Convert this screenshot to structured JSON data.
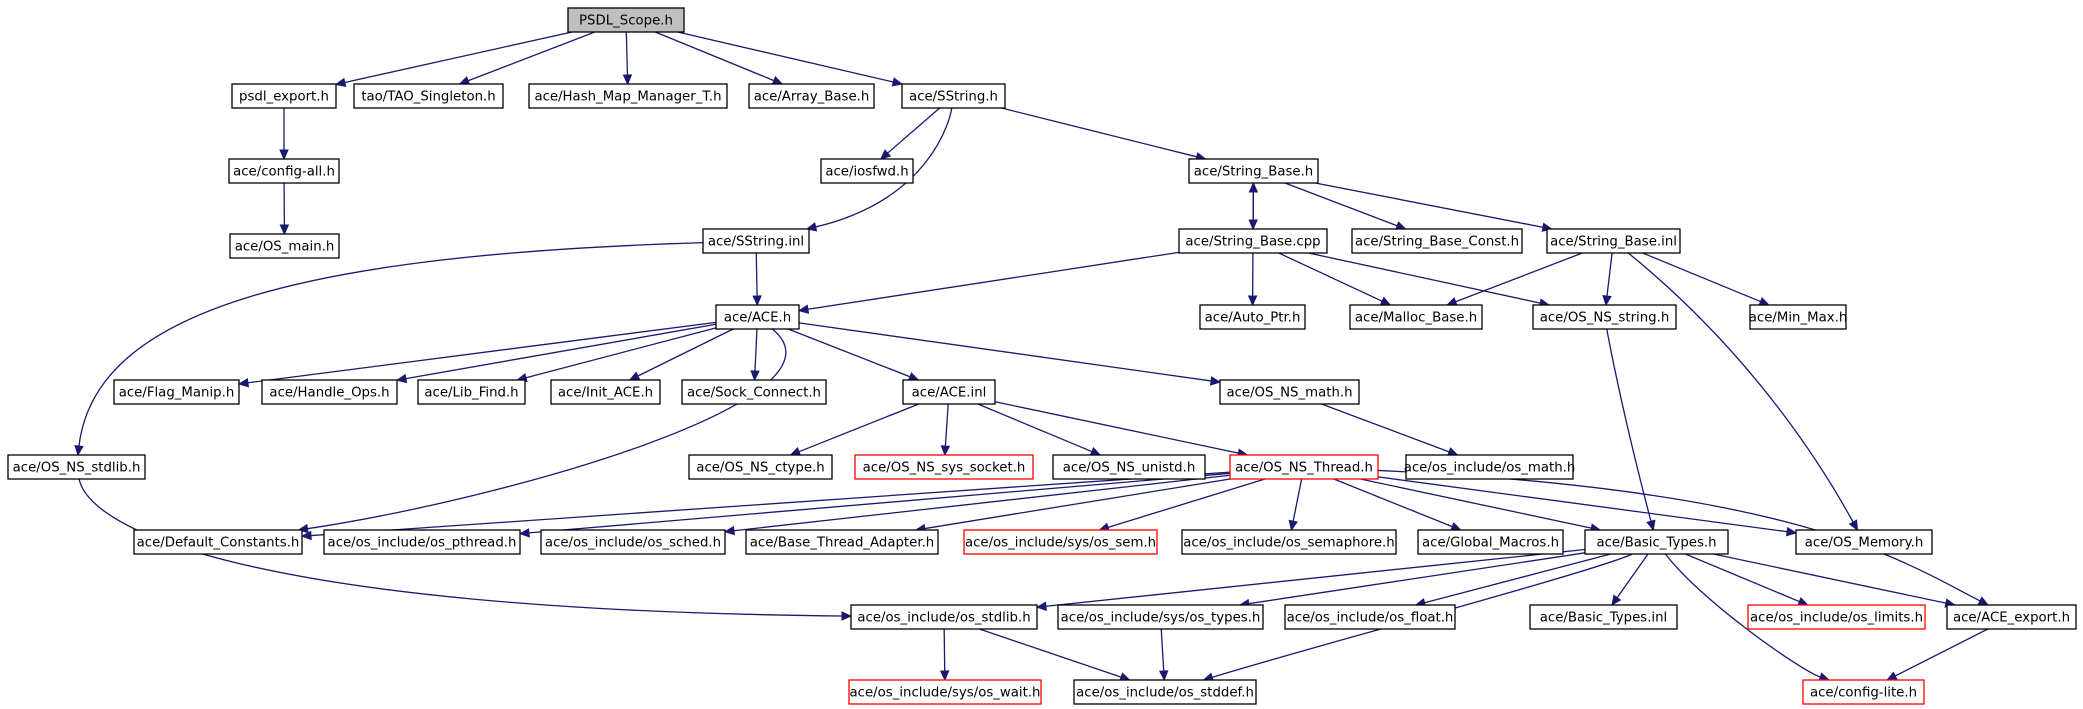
{
  "diagram": {
    "colors": {
      "edge": "#191970",
      "highlight_border": "#ff0000",
      "root_fill": "#bfbfbf"
    },
    "nodes": [
      {
        "id": "psdl_scope",
        "label": "PSDL_Scope.h",
        "root": true
      },
      {
        "id": "psdl_export",
        "label": "psdl_export.h"
      },
      {
        "id": "tao_singleton",
        "label": "tao/TAO_Singleton.h"
      },
      {
        "id": "hash_map_mgr",
        "label": "ace/Hash_Map_Manager_T.h"
      },
      {
        "id": "array_base",
        "label": "ace/Array_Base.h"
      },
      {
        "id": "sstring_h",
        "label": "ace/SString.h"
      },
      {
        "id": "config_all",
        "label": "ace/config-all.h"
      },
      {
        "id": "os_main",
        "label": "ace/OS_main.h"
      },
      {
        "id": "iosfwd",
        "label": "ace/iosfwd.h"
      },
      {
        "id": "string_base_h",
        "label": "ace/String_Base.h"
      },
      {
        "id": "sstring_inl",
        "label": "ace/SString.inl"
      },
      {
        "id": "string_base_cpp",
        "label": "ace/String_Base.cpp"
      },
      {
        "id": "string_base_const",
        "label": "ace/String_Base_Const.h"
      },
      {
        "id": "string_base_inl",
        "label": "ace/String_Base.inl"
      },
      {
        "id": "ace_h",
        "label": "ace/ACE.h"
      },
      {
        "id": "auto_ptr",
        "label": "ace/Auto_Ptr.h"
      },
      {
        "id": "malloc_base",
        "label": "ace/Malloc_Base.h"
      },
      {
        "id": "os_ns_string",
        "label": "ace/OS_NS_string.h"
      },
      {
        "id": "min_max",
        "label": "ace/Min_Max.h"
      },
      {
        "id": "flag_manip",
        "label": "ace/Flag_Manip.h"
      },
      {
        "id": "handle_ops",
        "label": "ace/Handle_Ops.h"
      },
      {
        "id": "lib_find",
        "label": "ace/Lib_Find.h"
      },
      {
        "id": "init_ace",
        "label": "ace/Init_ACE.h"
      },
      {
        "id": "sock_connect",
        "label": "ace/Sock_Connect.h"
      },
      {
        "id": "ace_inl",
        "label": "ace/ACE.inl"
      },
      {
        "id": "os_ns_math",
        "label": "ace/OS_NS_math.h"
      },
      {
        "id": "os_ns_stdlib",
        "label": "ace/OS_NS_stdlib.h"
      },
      {
        "id": "os_ns_ctype",
        "label": "ace/OS_NS_ctype.h"
      },
      {
        "id": "os_ns_sys_socket",
        "label": "ace/OS_NS_sys_socket.h",
        "red": true
      },
      {
        "id": "os_ns_unistd",
        "label": "ace/OS_NS_unistd.h"
      },
      {
        "id": "os_ns_thread",
        "label": "ace/OS_NS_Thread.h",
        "red": true
      },
      {
        "id": "os_math",
        "label": "ace/os_include/os_math.h"
      },
      {
        "id": "default_constants",
        "label": "ace/Default_Constants.h"
      },
      {
        "id": "os_pthread",
        "label": "ace/os_include/os_pthread.h"
      },
      {
        "id": "os_sched",
        "label": "ace/os_include/os_sched.h"
      },
      {
        "id": "base_thread_adapter",
        "label": "ace/Base_Thread_Adapter.h"
      },
      {
        "id": "os_sem",
        "label": "ace/os_include/sys/os_sem.h",
        "red": true
      },
      {
        "id": "os_semaphore",
        "label": "ace/os_include/os_semaphore.h"
      },
      {
        "id": "global_macros",
        "label": "ace/Global_Macros.h"
      },
      {
        "id": "basic_types_h",
        "label": "ace/Basic_Types.h"
      },
      {
        "id": "os_memory",
        "label": "ace/OS_Memory.h"
      },
      {
        "id": "os_stdlib",
        "label": "ace/os_include/os_stdlib.h"
      },
      {
        "id": "os_types",
        "label": "ace/os_include/sys/os_types.h"
      },
      {
        "id": "os_float",
        "label": "ace/os_include/os_float.h"
      },
      {
        "id": "basic_types_inl",
        "label": "ace/Basic_Types.inl"
      },
      {
        "id": "os_limits",
        "label": "ace/os_include/os_limits.h",
        "red": true
      },
      {
        "id": "ace_export",
        "label": "ace/ACE_export.h"
      },
      {
        "id": "os_wait",
        "label": "ace/os_include/sys/os_wait.h",
        "red": true
      },
      {
        "id": "os_stddef",
        "label": "ace/os_include/os_stddef.h"
      },
      {
        "id": "config_lite",
        "label": "ace/config-lite.h",
        "red": true
      }
    ],
    "edges": [
      [
        "psdl_scope",
        "psdl_export"
      ],
      [
        "psdl_scope",
        "tao_singleton"
      ],
      [
        "psdl_scope",
        "hash_map_mgr"
      ],
      [
        "psdl_scope",
        "array_base"
      ],
      [
        "psdl_scope",
        "sstring_h"
      ],
      [
        "psdl_export",
        "config_all"
      ],
      [
        "config_all",
        "os_main"
      ],
      [
        "sstring_h",
        "iosfwd"
      ],
      [
        "sstring_h",
        "sstring_inl"
      ],
      [
        "sstring_h",
        "string_base_h"
      ],
      [
        "string_base_h",
        "string_base_cpp"
      ],
      [
        "string_base_cpp",
        "string_base_h"
      ],
      [
        "string_base_h",
        "string_base_const"
      ],
      [
        "string_base_h",
        "string_base_inl"
      ],
      [
        "sstring_inl",
        "ace_h"
      ],
      [
        "sstring_inl",
        "os_ns_stdlib"
      ],
      [
        "string_base_cpp",
        "ace_h"
      ],
      [
        "string_base_cpp",
        "auto_ptr"
      ],
      [
        "string_base_cpp",
        "malloc_base"
      ],
      [
        "string_base_cpp",
        "os_ns_string"
      ],
      [
        "string_base_inl",
        "malloc_base"
      ],
      [
        "string_base_inl",
        "os_ns_string"
      ],
      [
        "string_base_inl",
        "min_max"
      ],
      [
        "string_base_inl",
        "os_memory"
      ],
      [
        "ace_h",
        "flag_manip"
      ],
      [
        "ace_h",
        "handle_ops"
      ],
      [
        "ace_h",
        "lib_find"
      ],
      [
        "ace_h",
        "init_ace"
      ],
      [
        "ace_h",
        "sock_connect"
      ],
      [
        "ace_h",
        "ace_inl"
      ],
      [
        "ace_h",
        "os_ns_math"
      ],
      [
        "ace_h",
        "default_constants"
      ],
      [
        "ace_inl",
        "os_ns_ctype"
      ],
      [
        "ace_inl",
        "os_ns_sys_socket"
      ],
      [
        "ace_inl",
        "os_ns_unistd"
      ],
      [
        "ace_inl",
        "os_ns_thread"
      ],
      [
        "os_ns_math",
        "os_math"
      ],
      [
        "os_ns_stdlib",
        "os_stdlib"
      ],
      [
        "os_ns_string",
        "basic_types_h"
      ],
      [
        "os_ns_thread",
        "default_constants"
      ],
      [
        "os_ns_thread",
        "os_pthread"
      ],
      [
        "os_ns_thread",
        "os_sched"
      ],
      [
        "os_ns_thread",
        "base_thread_adapter"
      ],
      [
        "os_ns_thread",
        "os_sem"
      ],
      [
        "os_ns_thread",
        "os_semaphore"
      ],
      [
        "os_ns_thread",
        "global_macros"
      ],
      [
        "os_ns_thread",
        "basic_types_h"
      ],
      [
        "os_ns_thread",
        "os_memory"
      ],
      [
        "os_ns_thread",
        "ace_export"
      ],
      [
        "basic_types_h",
        "os_stdlib"
      ],
      [
        "basic_types_h",
        "os_types"
      ],
      [
        "basic_types_h",
        "os_float"
      ],
      [
        "basic_types_h",
        "basic_types_inl"
      ],
      [
        "basic_types_h",
        "os_limits"
      ],
      [
        "basic_types_h",
        "ace_export"
      ],
      [
        "basic_types_h",
        "os_stddef"
      ],
      [
        "basic_types_h",
        "config_lite"
      ],
      [
        "os_stdlib",
        "os_wait"
      ],
      [
        "os_stdlib",
        "os_stddef"
      ],
      [
        "os_types",
        "os_stddef"
      ],
      [
        "ace_export",
        "config_lite"
      ]
    ]
  }
}
